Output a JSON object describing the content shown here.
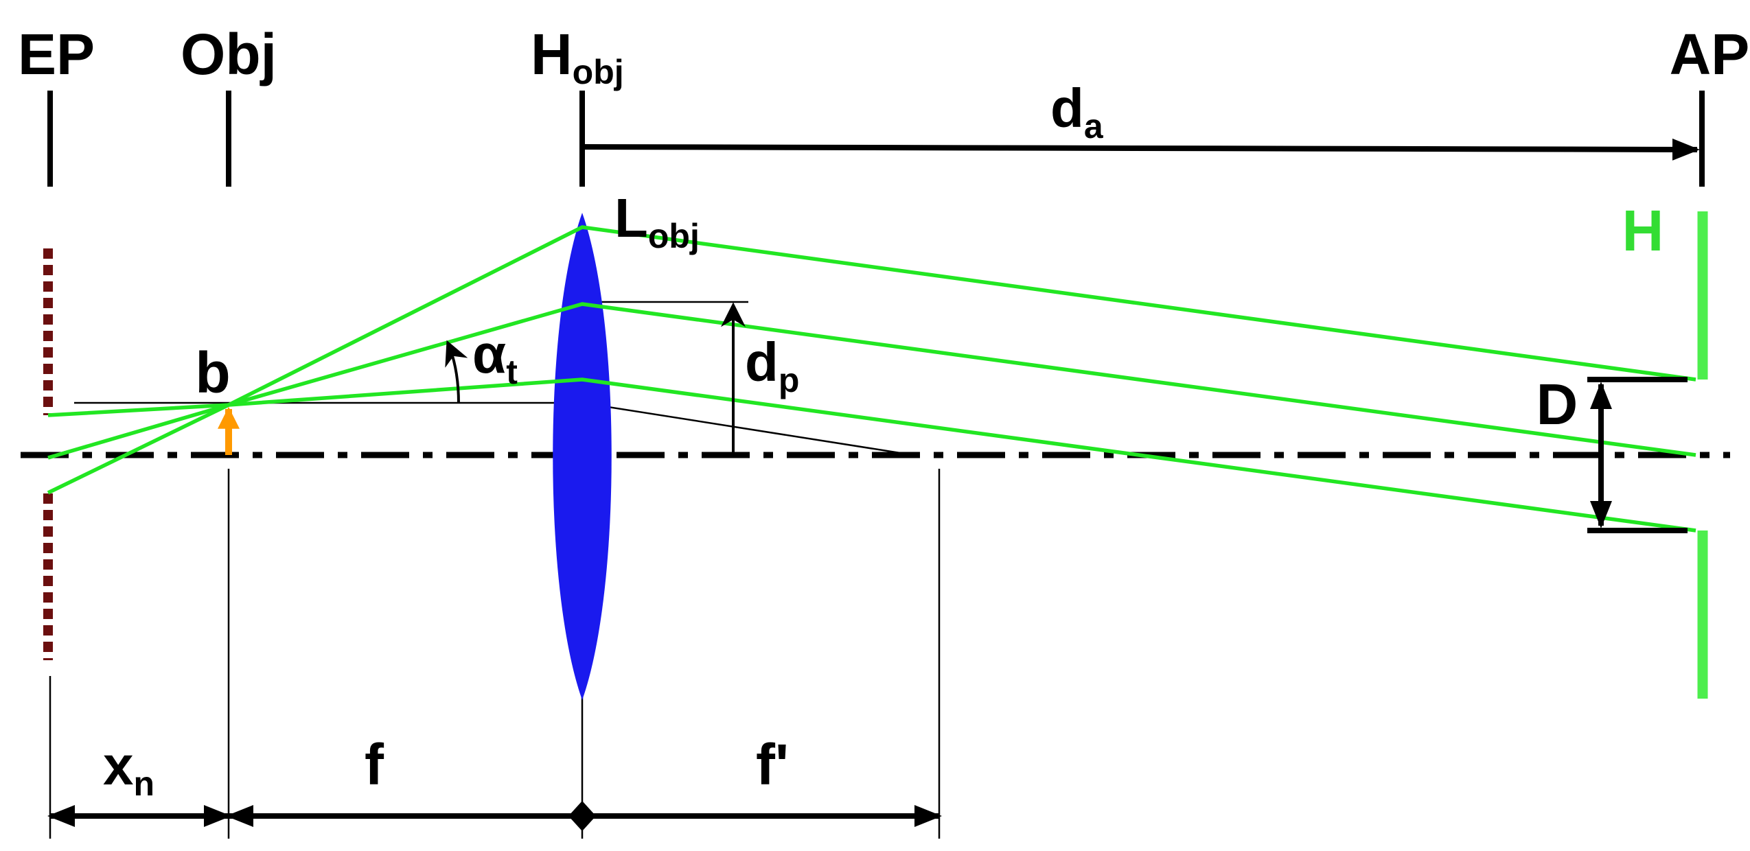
{
  "colors": {
    "ray": "#22e622",
    "aperture_stop": "#4dee4d",
    "lens": "#1a1aee",
    "entrance_pupil_dots": "#6b0f0f",
    "object_arrow": "#ff9900",
    "ink": "#000000"
  },
  "labels": {
    "ep": "EP",
    "obj": "Obj",
    "h_obj": {
      "main": "H",
      "sub": "obj"
    },
    "ap": "AP",
    "d_a": {
      "main": "d",
      "sub": "a"
    },
    "l_obj": {
      "main": "L",
      "sub": "obj"
    },
    "h": "H",
    "b": "b",
    "alpha_t": {
      "main": "α",
      "sub": "t"
    },
    "d_p": {
      "main": "d",
      "sub": "p"
    },
    "D": "D",
    "x_n": {
      "main": "x",
      "sub": "n"
    },
    "f": "f",
    "f_prime": "f'"
  }
}
